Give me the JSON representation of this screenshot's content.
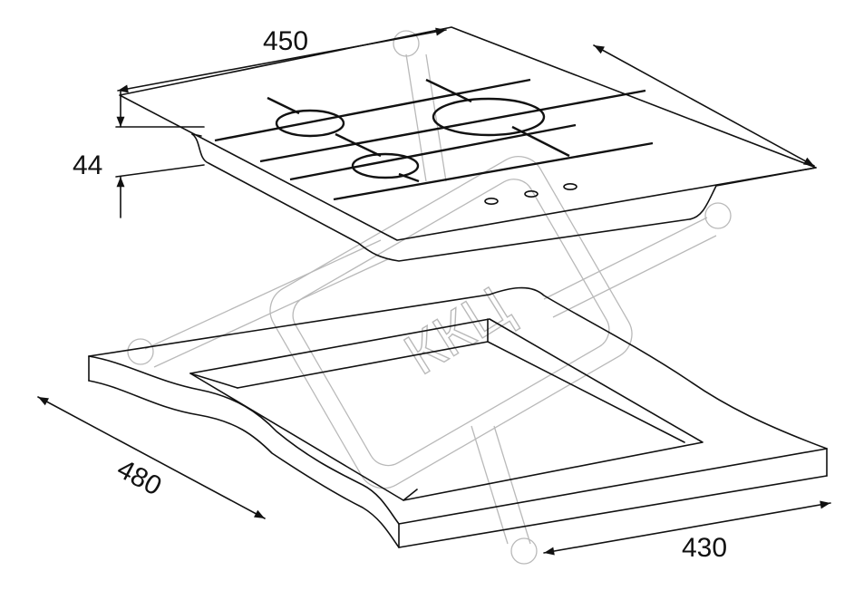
{
  "dimensions": {
    "width_top": "450",
    "height": "44",
    "depth": "480",
    "cutout_width": "430"
  },
  "watermark": {
    "text": "ККЦ"
  },
  "colors": {
    "line": "#111111",
    "watermark": "#b9b9b9",
    "background": "#ffffff"
  }
}
